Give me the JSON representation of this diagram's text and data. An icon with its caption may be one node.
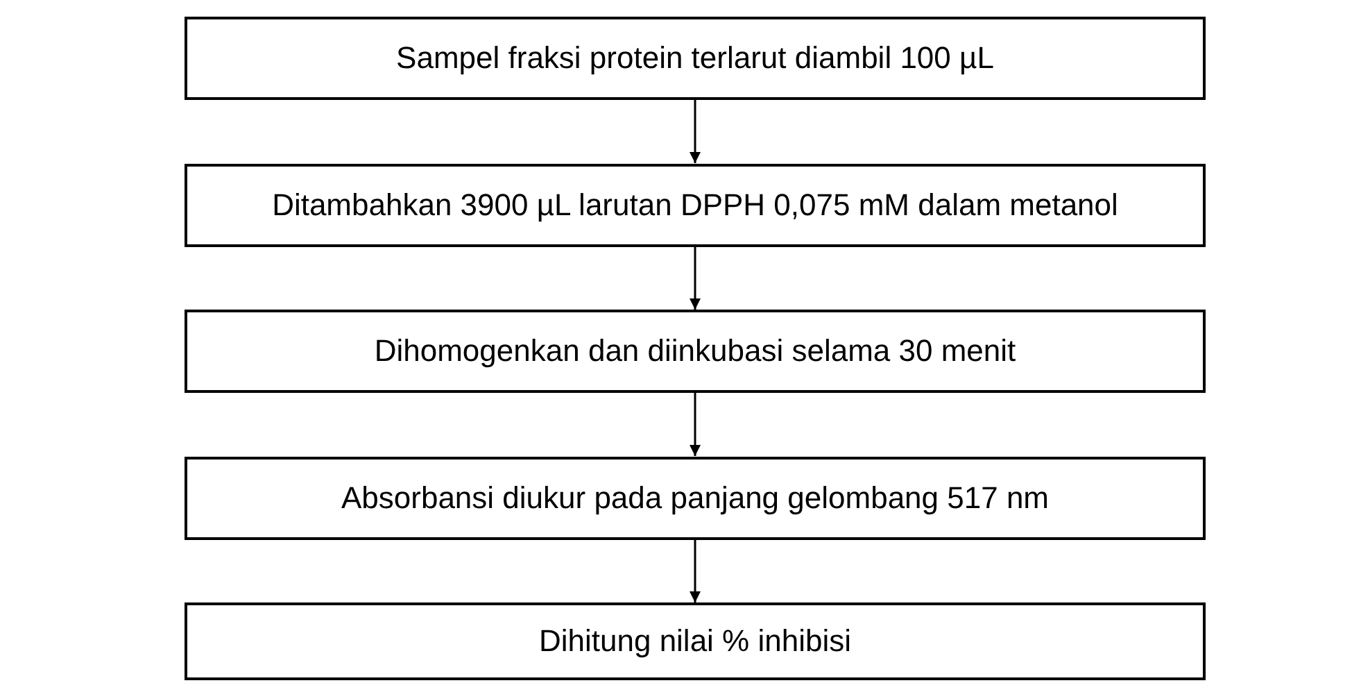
{
  "diagram": {
    "nodes": [
      {
        "text": [
          "Sampel fraksi protein terlarut diambil 100 µL"
        ]
      },
      {
        "text": [
          "Ditambahkan 3900 µL larutan DPPH 0,075 mM dalam metanol"
        ]
      },
      {
        "text": [
          "Dihomogenkan dan diinkubasi selama 30 menit"
        ]
      },
      {
        "text": [
          "Absorbansi diukur pada panjang gelombang 517 nm"
        ]
      },
      {
        "text": [
          "Dihitung nilai % inhibisi"
        ]
      }
    ],
    "edges": [
      {
        "from": 0,
        "to": 1,
        "arrow": "to"
      },
      {
        "from": 1,
        "to": 2,
        "arrow": "to"
      },
      {
        "from": 2,
        "to": 3,
        "arrow": "to"
      },
      {
        "from": 3,
        "to": 4,
        "arrow": "to"
      }
    ]
  }
}
